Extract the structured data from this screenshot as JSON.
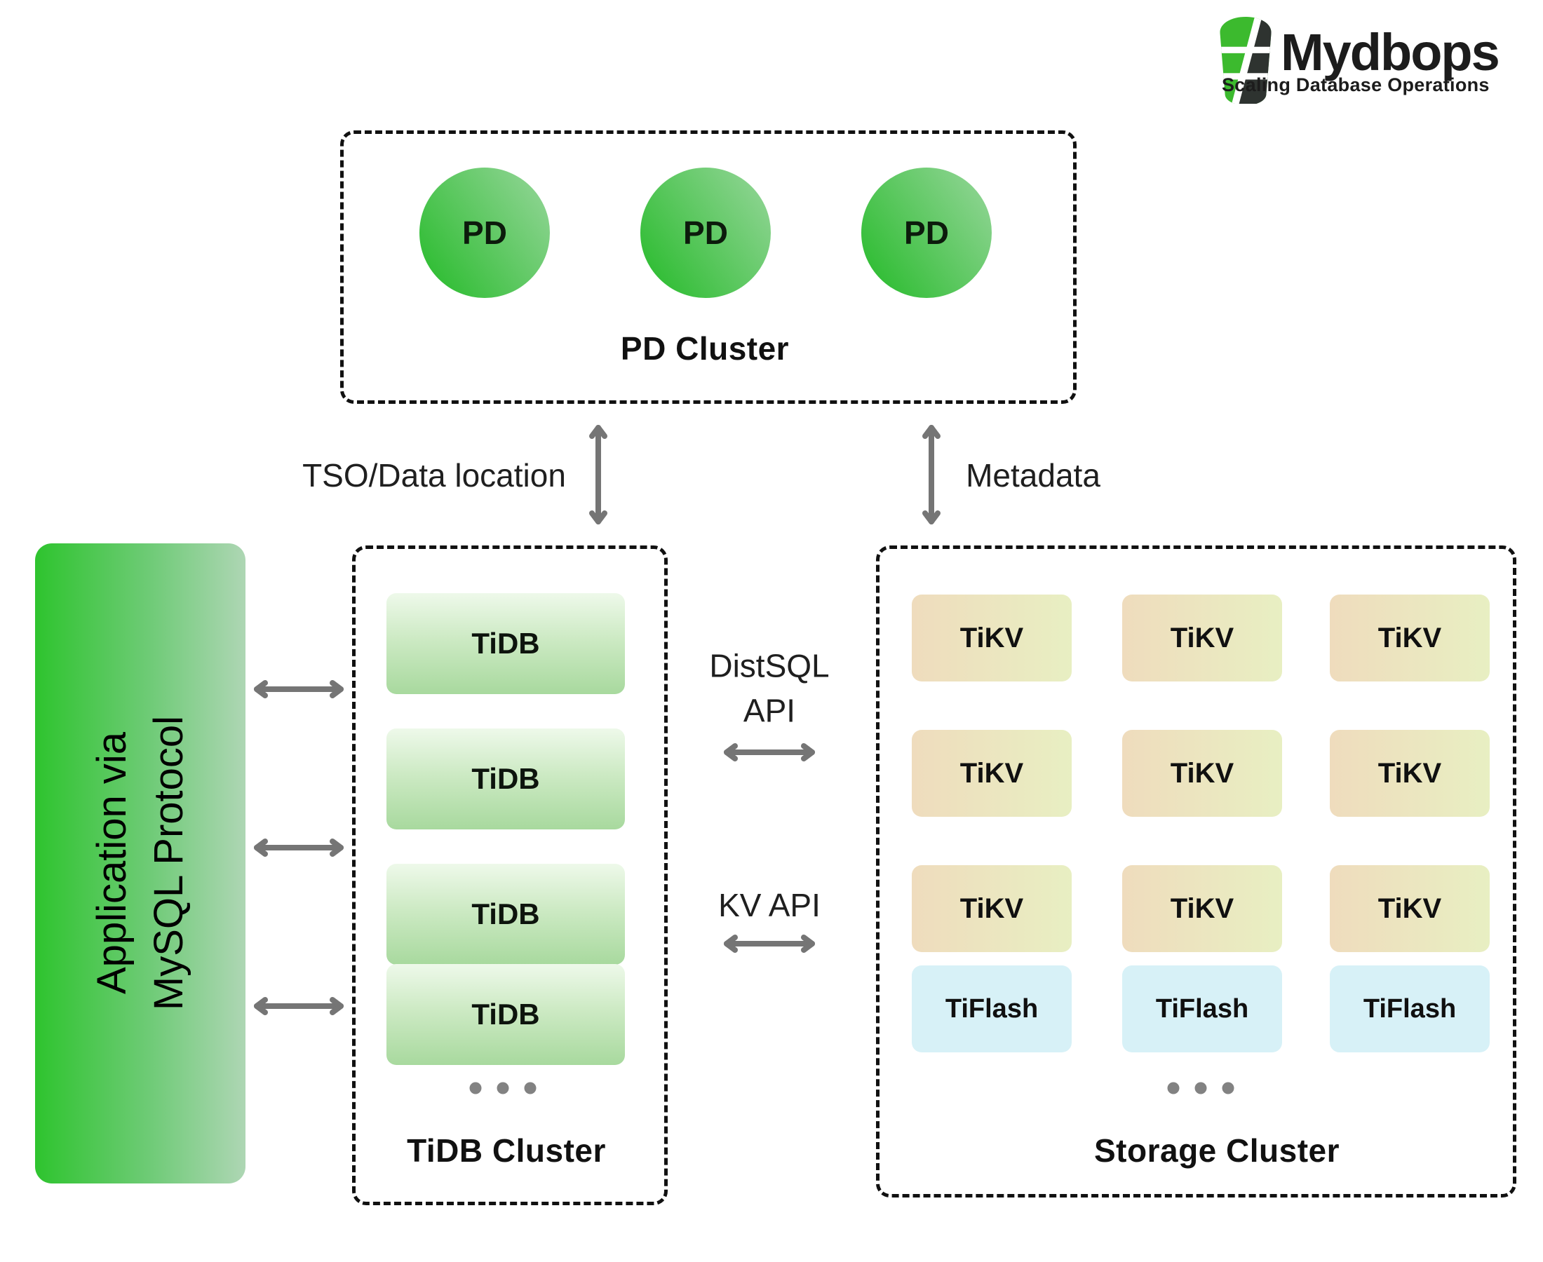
{
  "logo": {
    "brand": "Mydbops",
    "tagline": "Scaling Database Operations",
    "icon": "database-cylinder-icon"
  },
  "pd_cluster": {
    "label": "PD Cluster",
    "nodes": [
      "PD",
      "PD",
      "PD"
    ]
  },
  "tidb_cluster": {
    "label": "TiDB Cluster",
    "nodes": [
      "TiDB",
      "TiDB",
      "TiDB",
      "TiDB"
    ],
    "ellipsis_icon": "three-dots"
  },
  "storage_cluster": {
    "label": "Storage Cluster",
    "tikv_nodes": [
      "TiKV",
      "TiKV",
      "TiKV",
      "TiKV",
      "TiKV",
      "TiKV",
      "TiKV",
      "TiKV",
      "TiKV"
    ],
    "tiflash_nodes": [
      "TiFlash",
      "TiFlash",
      "TiFlash"
    ],
    "ellipsis_icon": "three-dots"
  },
  "application": {
    "line1": "Application via",
    "line2": "MySQL Protocol"
  },
  "edges": {
    "tso_label": "TSO/Data location",
    "metadata_label": "Metadata",
    "distsql_line1": "DistSQL",
    "distsql_line2": "API",
    "kv_label": "KV API"
  },
  "colors": {
    "accent_green": "#2fc32f",
    "pd_gradient_start": "#2fbd33",
    "pd_gradient_end": "#92d596",
    "tidb_gradient_start": "#eef9ea",
    "tidb_gradient_end": "#a8d99e",
    "tikv_gradient_start": "#efdcbd",
    "tikv_gradient_end": "#e8efc2",
    "tiflash_fill": "#d7f1f7",
    "arrow_gray": "#757575",
    "dashed_border": "#111111",
    "logo_green": "#3cba2e",
    "logo_dark": "#2e3330"
  }
}
